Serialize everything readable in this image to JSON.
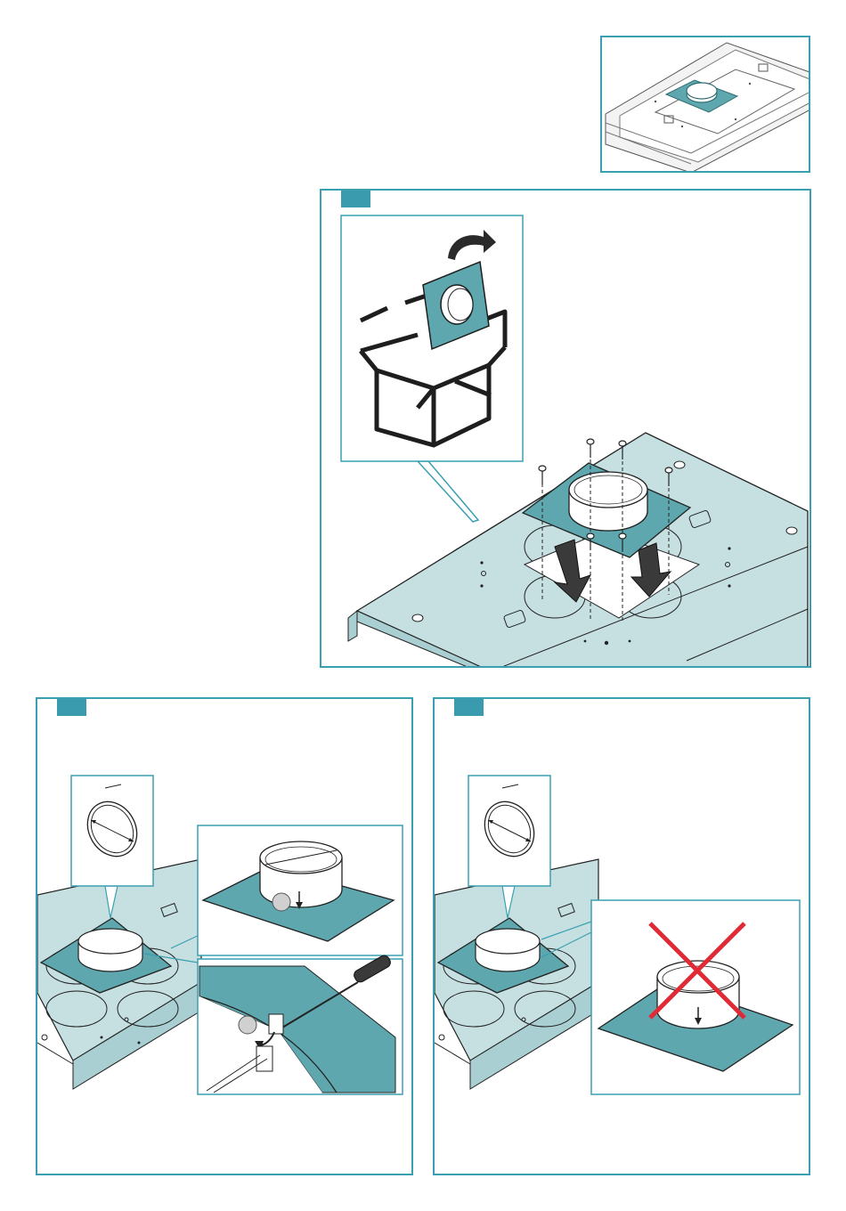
{
  "page": {
    "title": ""
  },
  "colors": {
    "frame": "#3a9fb0",
    "step_tag": "#3a9aae",
    "plate": "#5fa7ae",
    "plate_dark": "#4a8e95",
    "hood_body": "#c6e0e2",
    "hood_side": "#a9cfd3",
    "line": "#1e1e1e",
    "cross": "#e02a35",
    "marker": "#d0d0d0"
  },
  "overview": {
    "icon": "hood-overview-thumbnail"
  },
  "steps": [
    {
      "id": "step-1",
      "tag_label": "",
      "icons": [
        "box-unpack-icon",
        "screw-icon",
        "arrow-down-icon",
        "duct-plate-icon"
      ]
    },
    {
      "id": "step-2",
      "tag_label": "",
      "icons": [
        "duct-diameter-icon",
        "screwdriver-icon",
        "flap-removal-icon"
      ]
    },
    {
      "id": "step-3",
      "tag_label": "",
      "icons": [
        "duct-diameter-icon",
        "prohibited-cross-icon"
      ]
    }
  ]
}
